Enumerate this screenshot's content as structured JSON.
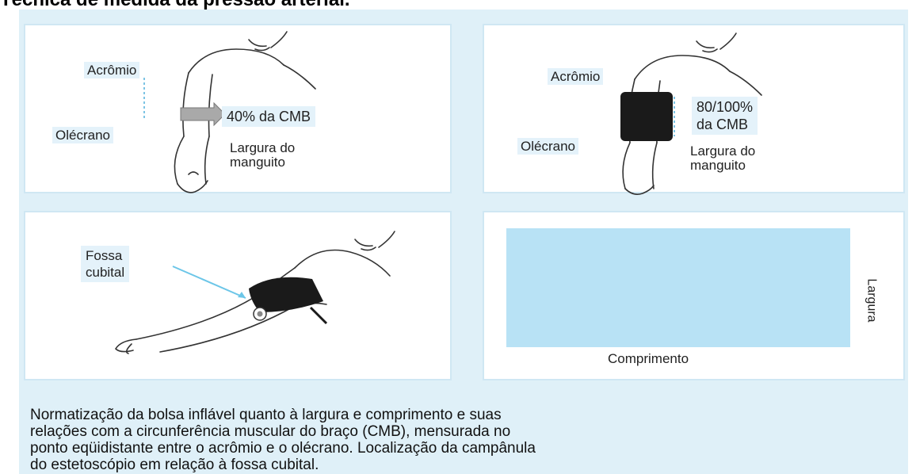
{
  "title": "Técnica de medida da pressão arterial.",
  "panel1": {
    "acromio": "Acrômio",
    "olecrano": "Olécrano",
    "percent": "40% da CMB",
    "width_label": [
      "Largura do",
      "manguito"
    ]
  },
  "panel2": {
    "acromio": "Acrômio",
    "olecrano": "Olécrano",
    "percent": [
      "80/100%",
      "da CMB"
    ],
    "width_label": [
      "Largura do",
      "manguito"
    ]
  },
  "panel3": {
    "fossa": [
      "Fossa",
      "cubital"
    ]
  },
  "panel4": {
    "largura": "Largura",
    "comprimento": "Comprimento"
  },
  "caption": [
    "Normatização da bolsa inflável quanto à largura e comprimento e suas",
    "relações com a circunferência muscular do braço (CMB), mensurada no",
    "ponto eqüidistante entre o acrômio e o olécrano. Localização da campânula",
    "do estetoscópio em relação à fossa cubital."
  ],
  "colors": {
    "background": "#dff0f8",
    "cuff_dark": "#1a1a1a",
    "cuff_light": "#a9a9a9",
    "bladder": "#b8e2f5",
    "pointer": "#6cc6e8"
  }
}
